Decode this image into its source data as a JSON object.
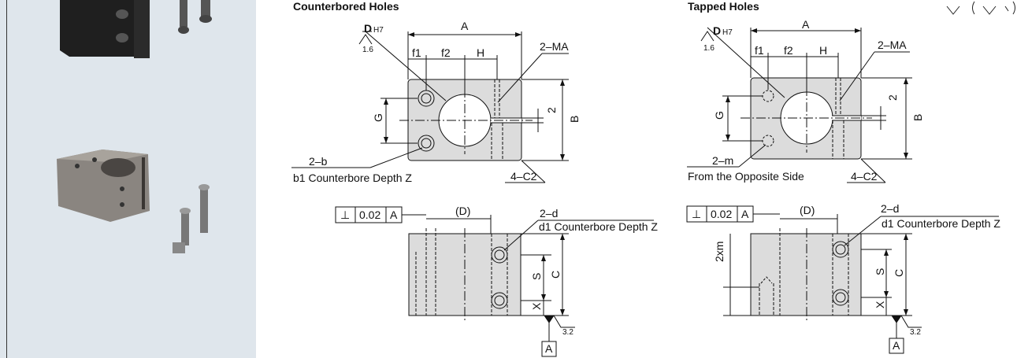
{
  "left_title": "Counterbored Holes",
  "right_title": "Tapped Holes",
  "left": {
    "top_view": {
      "D": "D",
      "H7": "H7",
      "roughness": "1.6",
      "A": "A",
      "f1": "f1",
      "f2": "f2",
      "H": "H",
      "MA": "2–MA",
      "two": "2",
      "G": "G",
      "B": "B",
      "b": "2–b",
      "b1": "b1 Counterbore Depth Z",
      "C2": "4–C2"
    },
    "front_view": {
      "perp": "⊥",
      "tol": "0.02",
      "datum": "A",
      "Dp": "(D)",
      "d": "2–d",
      "d1": "d1 Counterbore Depth Z",
      "S": "S",
      "C": "C",
      "X": "X",
      "rough": "3.2",
      "datumA": "A"
    }
  },
  "right": {
    "top_view": {
      "D": "D",
      "H7": "H7",
      "roughness": "1.6",
      "A": "A",
      "f1": "f1",
      "f2": "f2",
      "H": "H",
      "MA": "2–MA",
      "two": "2",
      "G": "G",
      "B": "B",
      "m": "2–m",
      "opp": "From the Opposite Side",
      "C2": "4–C2"
    },
    "front_view": {
      "perp": "⊥",
      "tol": "0.02",
      "datum": "A",
      "Dp": "(D)",
      "d": "2–d",
      "d1": "d1 Counterbore Depth Z",
      "xm": "2xm",
      "S": "S",
      "C": "C",
      "X": "X",
      "rough": "3.2",
      "datumA": "A"
    }
  },
  "colors": {
    "accent": "#1a8fd8",
    "part_fill": "#dcdcdc",
    "panel": "#dfe6ec"
  },
  "icons": [
    "product-photo-black-holder",
    "product-photo-steel-holder",
    "surface-roughness-symbols"
  ]
}
